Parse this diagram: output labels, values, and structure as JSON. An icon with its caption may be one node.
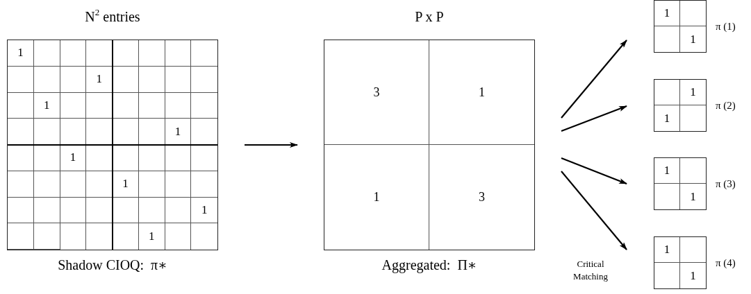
{
  "diagram": {
    "nodes": [
      {
        "text": [
          "N$^{2}$ entries",
          "1",
          "1",
          "1",
          "1",
          "1",
          "1",
          "1",
          "1"
        ],
        "beside": [
          "Shadow CIOQ:  π∗"
        ]
      },
      {
        "text": [
          "P x P",
          "3",
          "1",
          "1",
          "3"
        ],
        "beside": [
          "Aggregated:  Π∗"
        ]
      },
      {
        "text": [
          "1",
          "1"
        ],
        "beside": [
          "π (1)"
        ]
      },
      {
        "text": [
          "1",
          "1"
        ],
        "beside": [
          "π (2)"
        ]
      },
      {
        "text": [
          "1",
          "1"
        ],
        "beside": [
          "π (3)"
        ]
      },
      {
        "text": [
          "1",
          "1"
        ],
        "beside": [
          "π (4)"
        ]
      }
    ],
    "edges": [
      {
        "from": 0,
        "to": 1,
        "arrow": "to"
      },
      {
        "from": null,
        "to": 2,
        "arrow": "to"
      },
      {
        "from": null,
        "to": 3,
        "arrow": "to"
      },
      {
        "from": null,
        "to": 4,
        "arrow": "to"
      },
      {
        "from": null,
        "to": 5,
        "arrow": "to"
      }
    ],
    "labels": [
      "Critical Matching"
    ]
  }
}
